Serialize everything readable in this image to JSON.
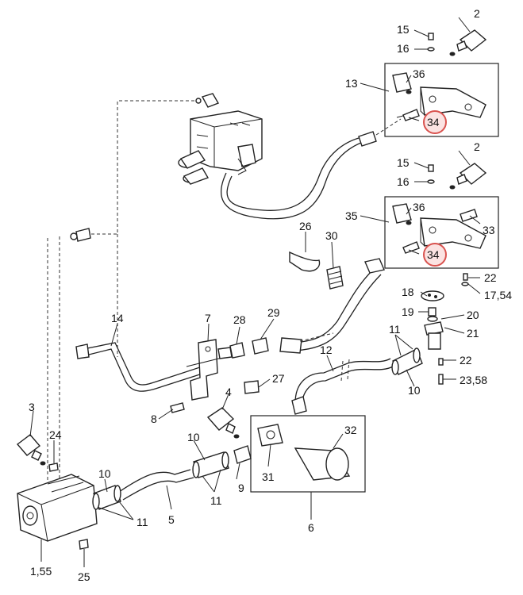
{
  "colors": {
    "line": "#222222",
    "highlight_stroke": "#d9534f",
    "highlight_fill": "#fbe3e2",
    "background": "#ffffff"
  },
  "labels": {
    "p2a": "2",
    "p15a": "15",
    "p16a": "16",
    "p36a": "36",
    "p13": "13",
    "p34a": "34",
    "p2b": "2",
    "p15b": "15",
    "p16b": "16",
    "p36b": "36",
    "p35": "35",
    "p33": "33",
    "p34b": "34",
    "p26": "26",
    "p30": "30",
    "p22a": "22",
    "p17_54": "17,54",
    "p18": "18",
    "p19": "19",
    "p20": "20",
    "p21": "21",
    "p14": "14",
    "p7": "7",
    "p28": "28",
    "p29": "29",
    "p11a": "11",
    "p12": "12",
    "p10a": "10",
    "p22b": "22",
    "p23_58": "23,58",
    "p27": "27",
    "p8": "8",
    "p4": "4",
    "p3": "3",
    "p24": "24",
    "p10b": "10",
    "p32": "32",
    "p31": "31",
    "p9": "9",
    "p11b": "11",
    "p10c": "10",
    "p11c": "11",
    "p5": "5",
    "p6": "6",
    "p1_55": "1,55",
    "p25": "25"
  },
  "highlighted_parts": [
    "34"
  ]
}
